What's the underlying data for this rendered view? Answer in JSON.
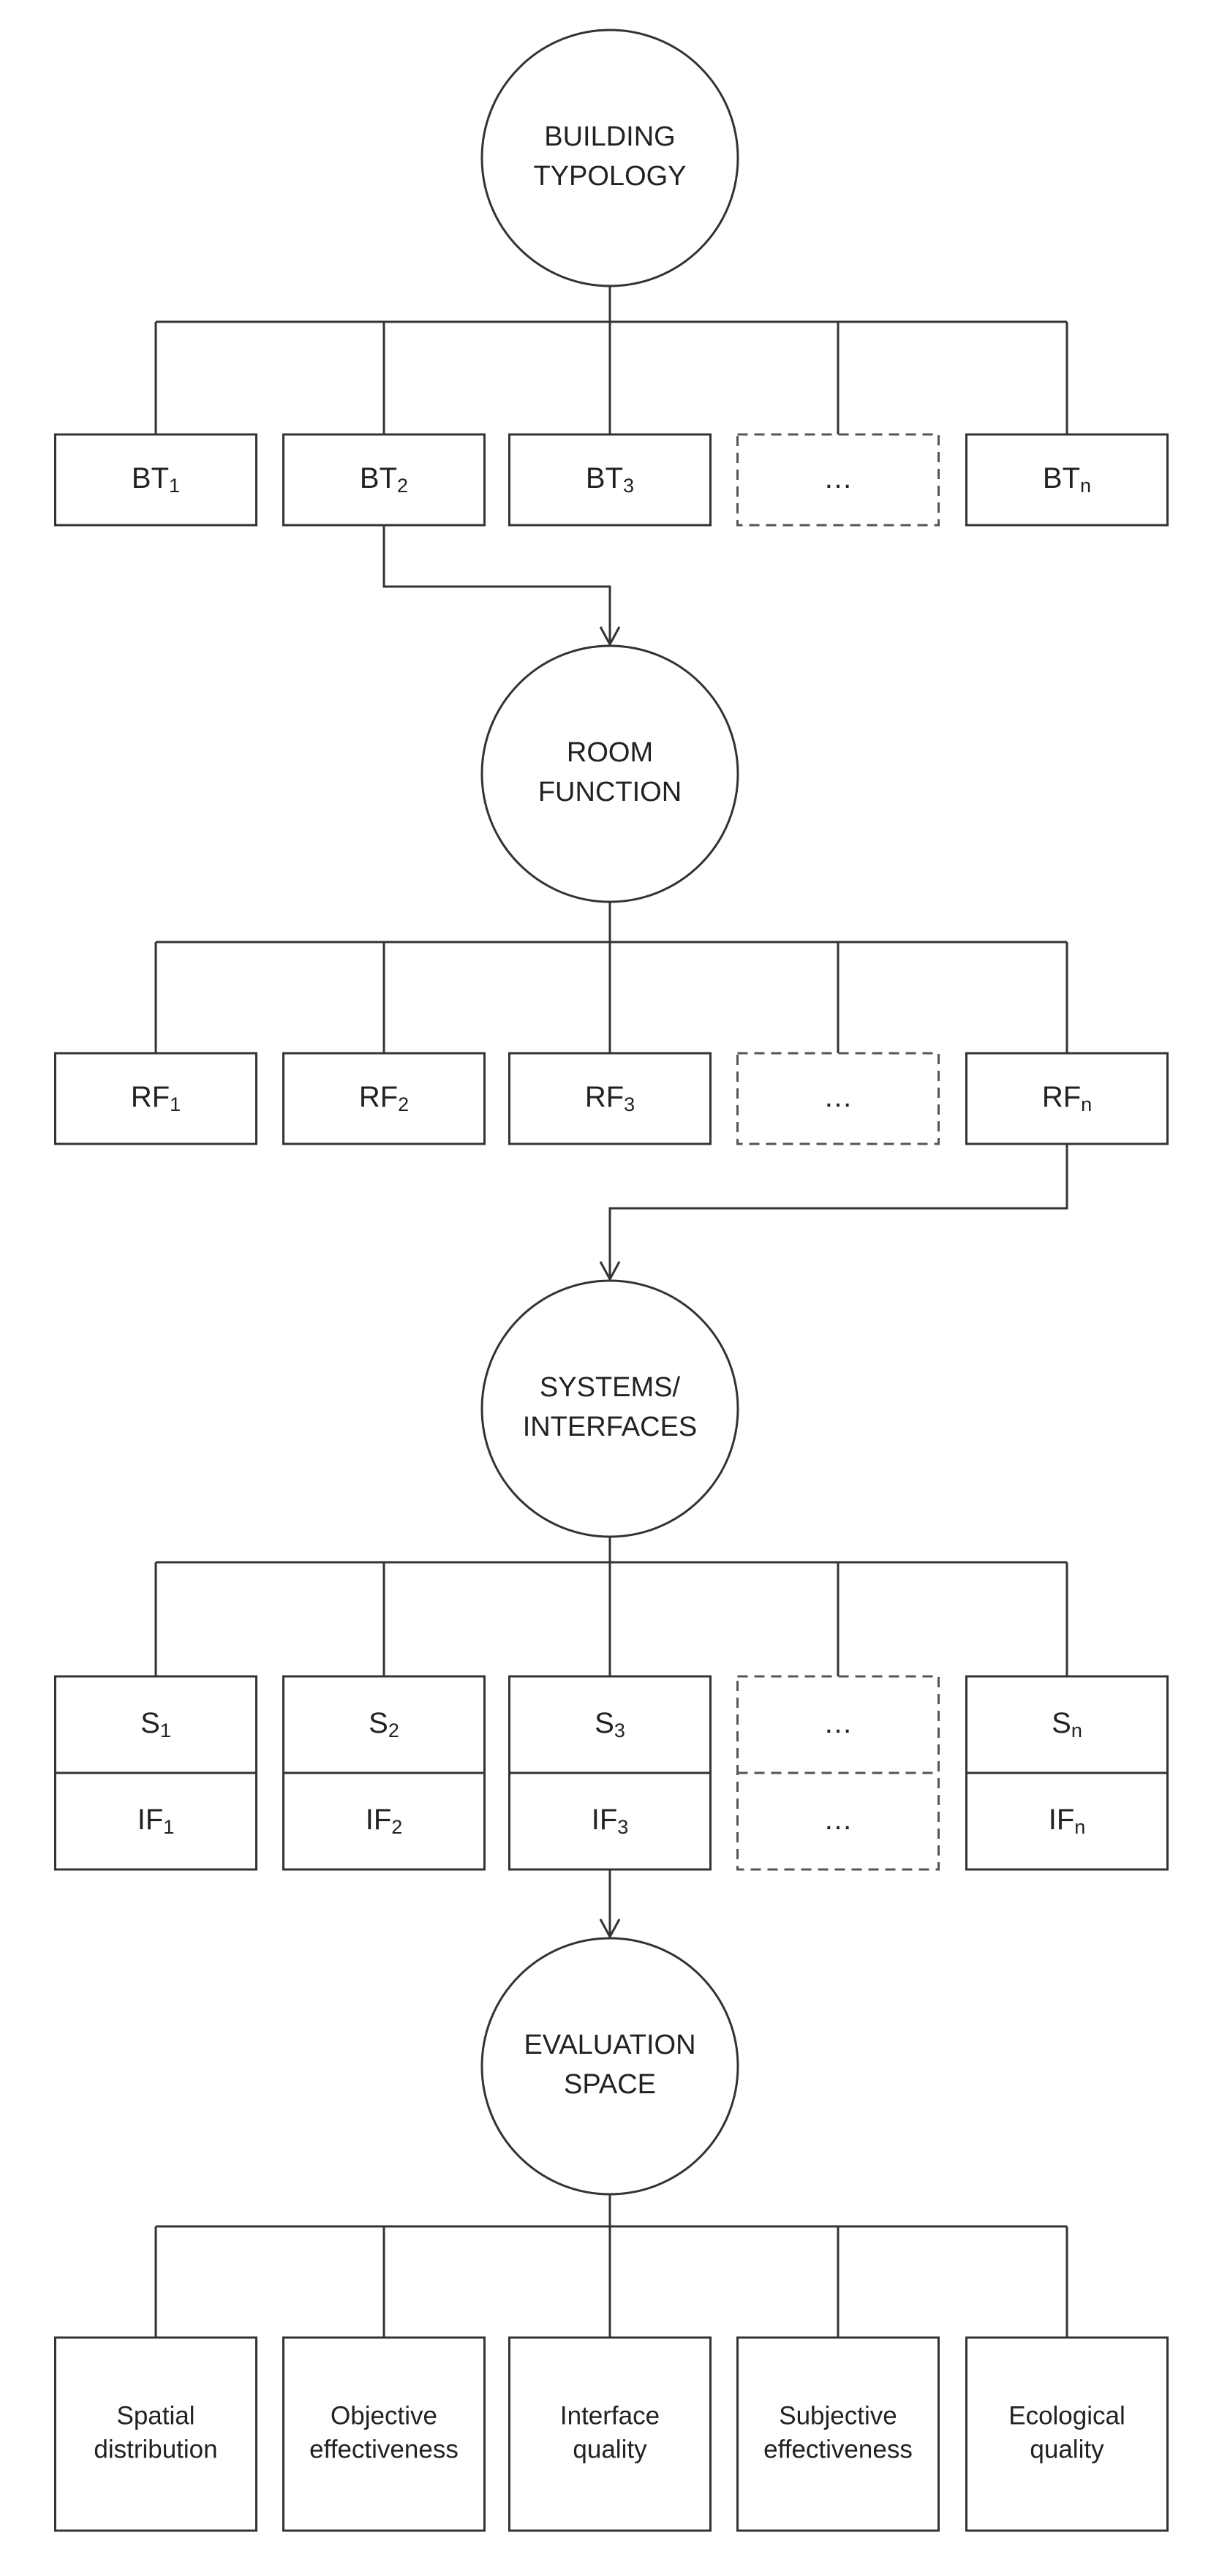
{
  "levels": [
    {
      "circle": [
        "BUILDING",
        "TYPOLOGY"
      ],
      "boxes": [
        {
          "base": "BT",
          "sub": "1"
        },
        {
          "base": "BT",
          "sub": "2"
        },
        {
          "base": "BT",
          "sub": "3"
        },
        {
          "base": "…",
          "sub": "",
          "dashed": true
        },
        {
          "base": "BT",
          "sub": "n"
        }
      ]
    },
    {
      "circle": [
        "ROOM",
        "FUNCTION"
      ],
      "boxes": [
        {
          "base": "RF",
          "sub": "1"
        },
        {
          "base": "RF",
          "sub": "2"
        },
        {
          "base": "RF",
          "sub": "3"
        },
        {
          "base": "…",
          "sub": "",
          "dashed": true
        },
        {
          "base": "RF",
          "sub": "n"
        }
      ]
    },
    {
      "circle": [
        "SYSTEMS/",
        "INTERFACES"
      ],
      "boxes": [
        {
          "top": {
            "base": "S",
            "sub": "1"
          },
          "bottom": {
            "base": "IF",
            "sub": "1"
          }
        },
        {
          "top": {
            "base": "S",
            "sub": "2"
          },
          "bottom": {
            "base": "IF",
            "sub": "2"
          }
        },
        {
          "top": {
            "base": "S",
            "sub": "3"
          },
          "bottom": {
            "base": "IF",
            "sub": "3"
          }
        },
        {
          "top": {
            "base": "…",
            "sub": ""
          },
          "bottom": {
            "base": "…",
            "sub": ""
          },
          "dashed": true
        },
        {
          "top": {
            "base": "S",
            "sub": "n"
          },
          "bottom": {
            "base": "IF",
            "sub": "n"
          }
        }
      ]
    },
    {
      "circle": [
        "EVALUATION",
        "SPACE"
      ],
      "boxes": [
        {
          "lines": [
            "Spatial",
            "distribution"
          ]
        },
        {
          "lines": [
            "Objective",
            "effectiveness"
          ]
        },
        {
          "lines": [
            "Interface",
            "quality"
          ]
        },
        {
          "lines": [
            "Subjective",
            "effectiveness"
          ]
        },
        {
          "lines": [
            "Ecological",
            "quality"
          ]
        }
      ]
    }
  ]
}
